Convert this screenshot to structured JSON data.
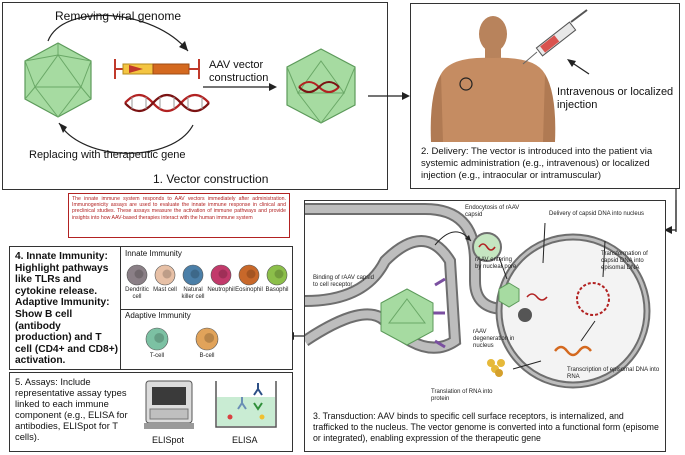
{
  "panel1": {
    "top_label": "Removing viral genome",
    "middle_label": "AAV vector construction",
    "bottom_label": "Replacing with therapeutic gene",
    "caption": "1. Vector construction"
  },
  "panel2": {
    "injection_label": "Intravenous or localized injection",
    "caption": "2. Delivery: The vector is introduced into the patient via systemic administration (e.g., intravenous) or localized injection (e.g., intraocular or intramuscular)"
  },
  "note": {
    "text": "The innate immune system responds to AAV vectors immediately after administration. Immunogenicity assays are used to evaluate the innate immune response in clinical and preclinical studies. These assays measure the activation of immune pathways and provide insights into how AAV-based therapies interact with the human immune system"
  },
  "panel3": {
    "endocytosis": "Endocytosis of rAAV capsid",
    "delivery_dna": "Delivery of capsid DNA into nucleus",
    "entering": "rAAV entering by nuclear pore",
    "transformation": "Transformation of capsid DNA into episomal DNA",
    "binding": "Binding of rAAV capsid to cell receptor",
    "degeneration": "rAAV degeneration in nucleus",
    "transcription": "Transcription of episomal DNA into RNA",
    "translation": "Translation of RNA into protein",
    "caption": "3. Transduction: AAV binds to specific cell surface receptors, is internalized, and trafficked to the nucleus. The vector genome is converted into a functional form (episome or integrated), enabling expression of the therapeutic gene"
  },
  "panel4": {
    "text": "4. Innate Immunity: Highlight pathways like TLRs and cytokine release. Adaptive Immunity: Show B cell (antibody production) and T cell (CD4+ and CD8+) activation.",
    "innate_title": "Innate Immunity",
    "innate_cells": [
      {
        "label": "Dendritic cell",
        "color": "#8a7f86"
      },
      {
        "label": "Mast cell",
        "color": "#e7c0a6"
      },
      {
        "label": "Natural killer cell",
        "color": "#4b7fa8"
      },
      {
        "label": "Neutrophil",
        "color": "#c23a6b"
      },
      {
        "label": "Eosinophil",
        "color": "#c8682a"
      },
      {
        "label": "Basophil",
        "color": "#8cbf4a"
      }
    ],
    "adaptive_title": "Adaptive Immunity",
    "adaptive_cells": [
      {
        "label": "T-cell",
        "color": "#7cc1a3"
      },
      {
        "label": "B-cell",
        "color": "#e1a35a"
      }
    ]
  },
  "panel5": {
    "text": "5. Assays: Include representative assay types linked to each immune component (e.g., ELISA for antibodies, ELISpot for T cells).",
    "elispot_label": "ELISpot",
    "elisa_label": "ELISA"
  },
  "colors": {
    "capsid": "#9fd79b",
    "note_border": "#b22222",
    "note_text": "#b22222",
    "membrane": "#6e6e6e",
    "receptor": "#7a4fa0"
  }
}
